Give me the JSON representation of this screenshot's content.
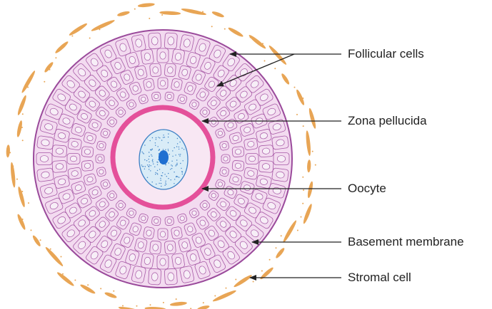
{
  "diagram": {
    "subject": "ovarian follicle cross-section",
    "labels": {
      "follicular_cells": "Follicular cells",
      "zona_pellucida": "Zona pellucida",
      "oocyte": "Oocyte",
      "basement_membrane": "Basement membrane",
      "stromal_cell": "Stromal cell"
    },
    "colors": {
      "follicle_fill": "#f3dbf0",
      "cell_outline": "#a75aa6",
      "cell_nucleus": "#f7eef7",
      "zona_pellucida": "#e4509a",
      "oocyte_cytoplasm": "#f8e7f3",
      "nucleus_fill": "#d9ecf7",
      "nucleus_outline": "#3b7fc4",
      "nucleolus": "#1f6fd1",
      "basement_membrane": "#9a4a9b",
      "stromal_cell": "#e8a555",
      "leader_lines": "#222222"
    }
  }
}
